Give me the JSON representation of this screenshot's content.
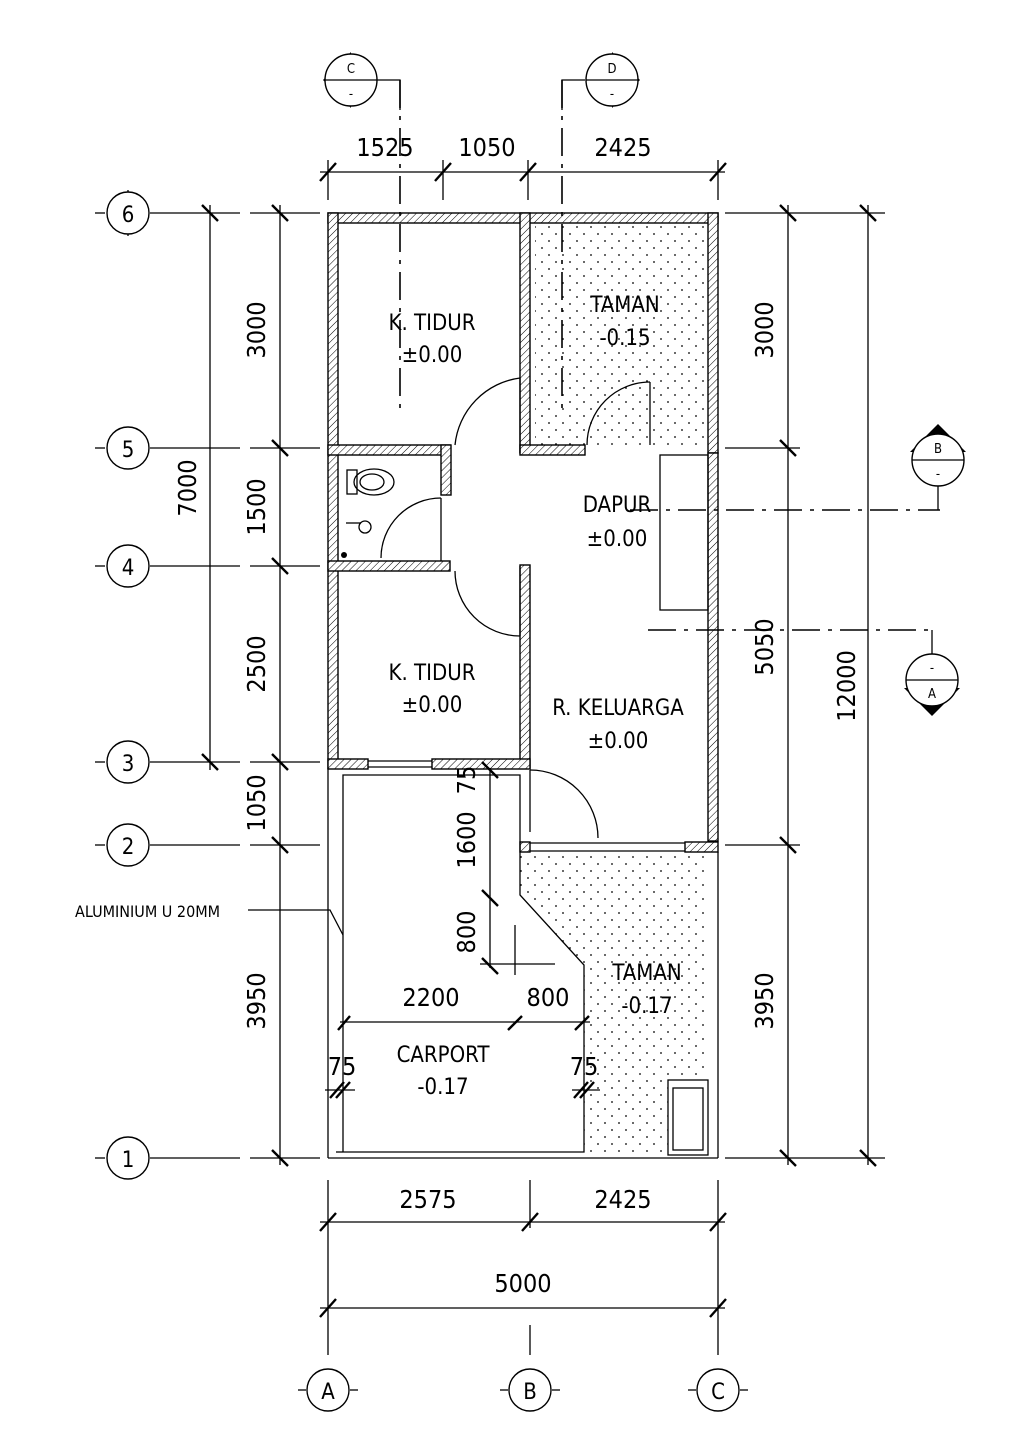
{
  "plan": {
    "rooms": [
      {
        "name": "K. TIDUR",
        "level": "±0.00"
      },
      {
        "name": "TAMAN",
        "level": "-0.15"
      },
      {
        "name": "DAPUR",
        "level": "±0.00"
      },
      {
        "name": "K. TIDUR",
        "level": "±0.00"
      },
      {
        "name": "R. KELUARGA",
        "level": "±0.00"
      },
      {
        "name": "TAMAN",
        "level": "-0.17"
      },
      {
        "name": "CARPORT",
        "level": "-0.17"
      }
    ],
    "note": "ALUMINIUM U 20MM",
    "grid_rows": [
      "6",
      "5",
      "4",
      "3",
      "2",
      "1"
    ],
    "grid_cols": [
      "A",
      "B",
      "C"
    ],
    "sections": [
      {
        "letter": "C",
        "sub": "-"
      },
      {
        "letter": "D",
        "sub": "-"
      },
      {
        "letter": "B",
        "sub": "-"
      },
      {
        "letter": "A",
        "sub": "-"
      }
    ],
    "dims": {
      "top": [
        "1525",
        "1050",
        "2425"
      ],
      "left_outer": [
        "7000"
      ],
      "left_inner": [
        "3000",
        "1500",
        "2500",
        "1050",
        "3950"
      ],
      "right_inner": [
        "3000",
        "5050",
        "3950"
      ],
      "right_outer": [
        "12000"
      ],
      "bottom_parts": [
        "2575",
        "2425"
      ],
      "bottom_total": [
        "5000"
      ],
      "carport_vertical": [
        "75",
        "1600",
        "800"
      ],
      "carport_horizontal": [
        "2200",
        "800"
      ],
      "carport_side": [
        "75",
        "75"
      ]
    }
  }
}
